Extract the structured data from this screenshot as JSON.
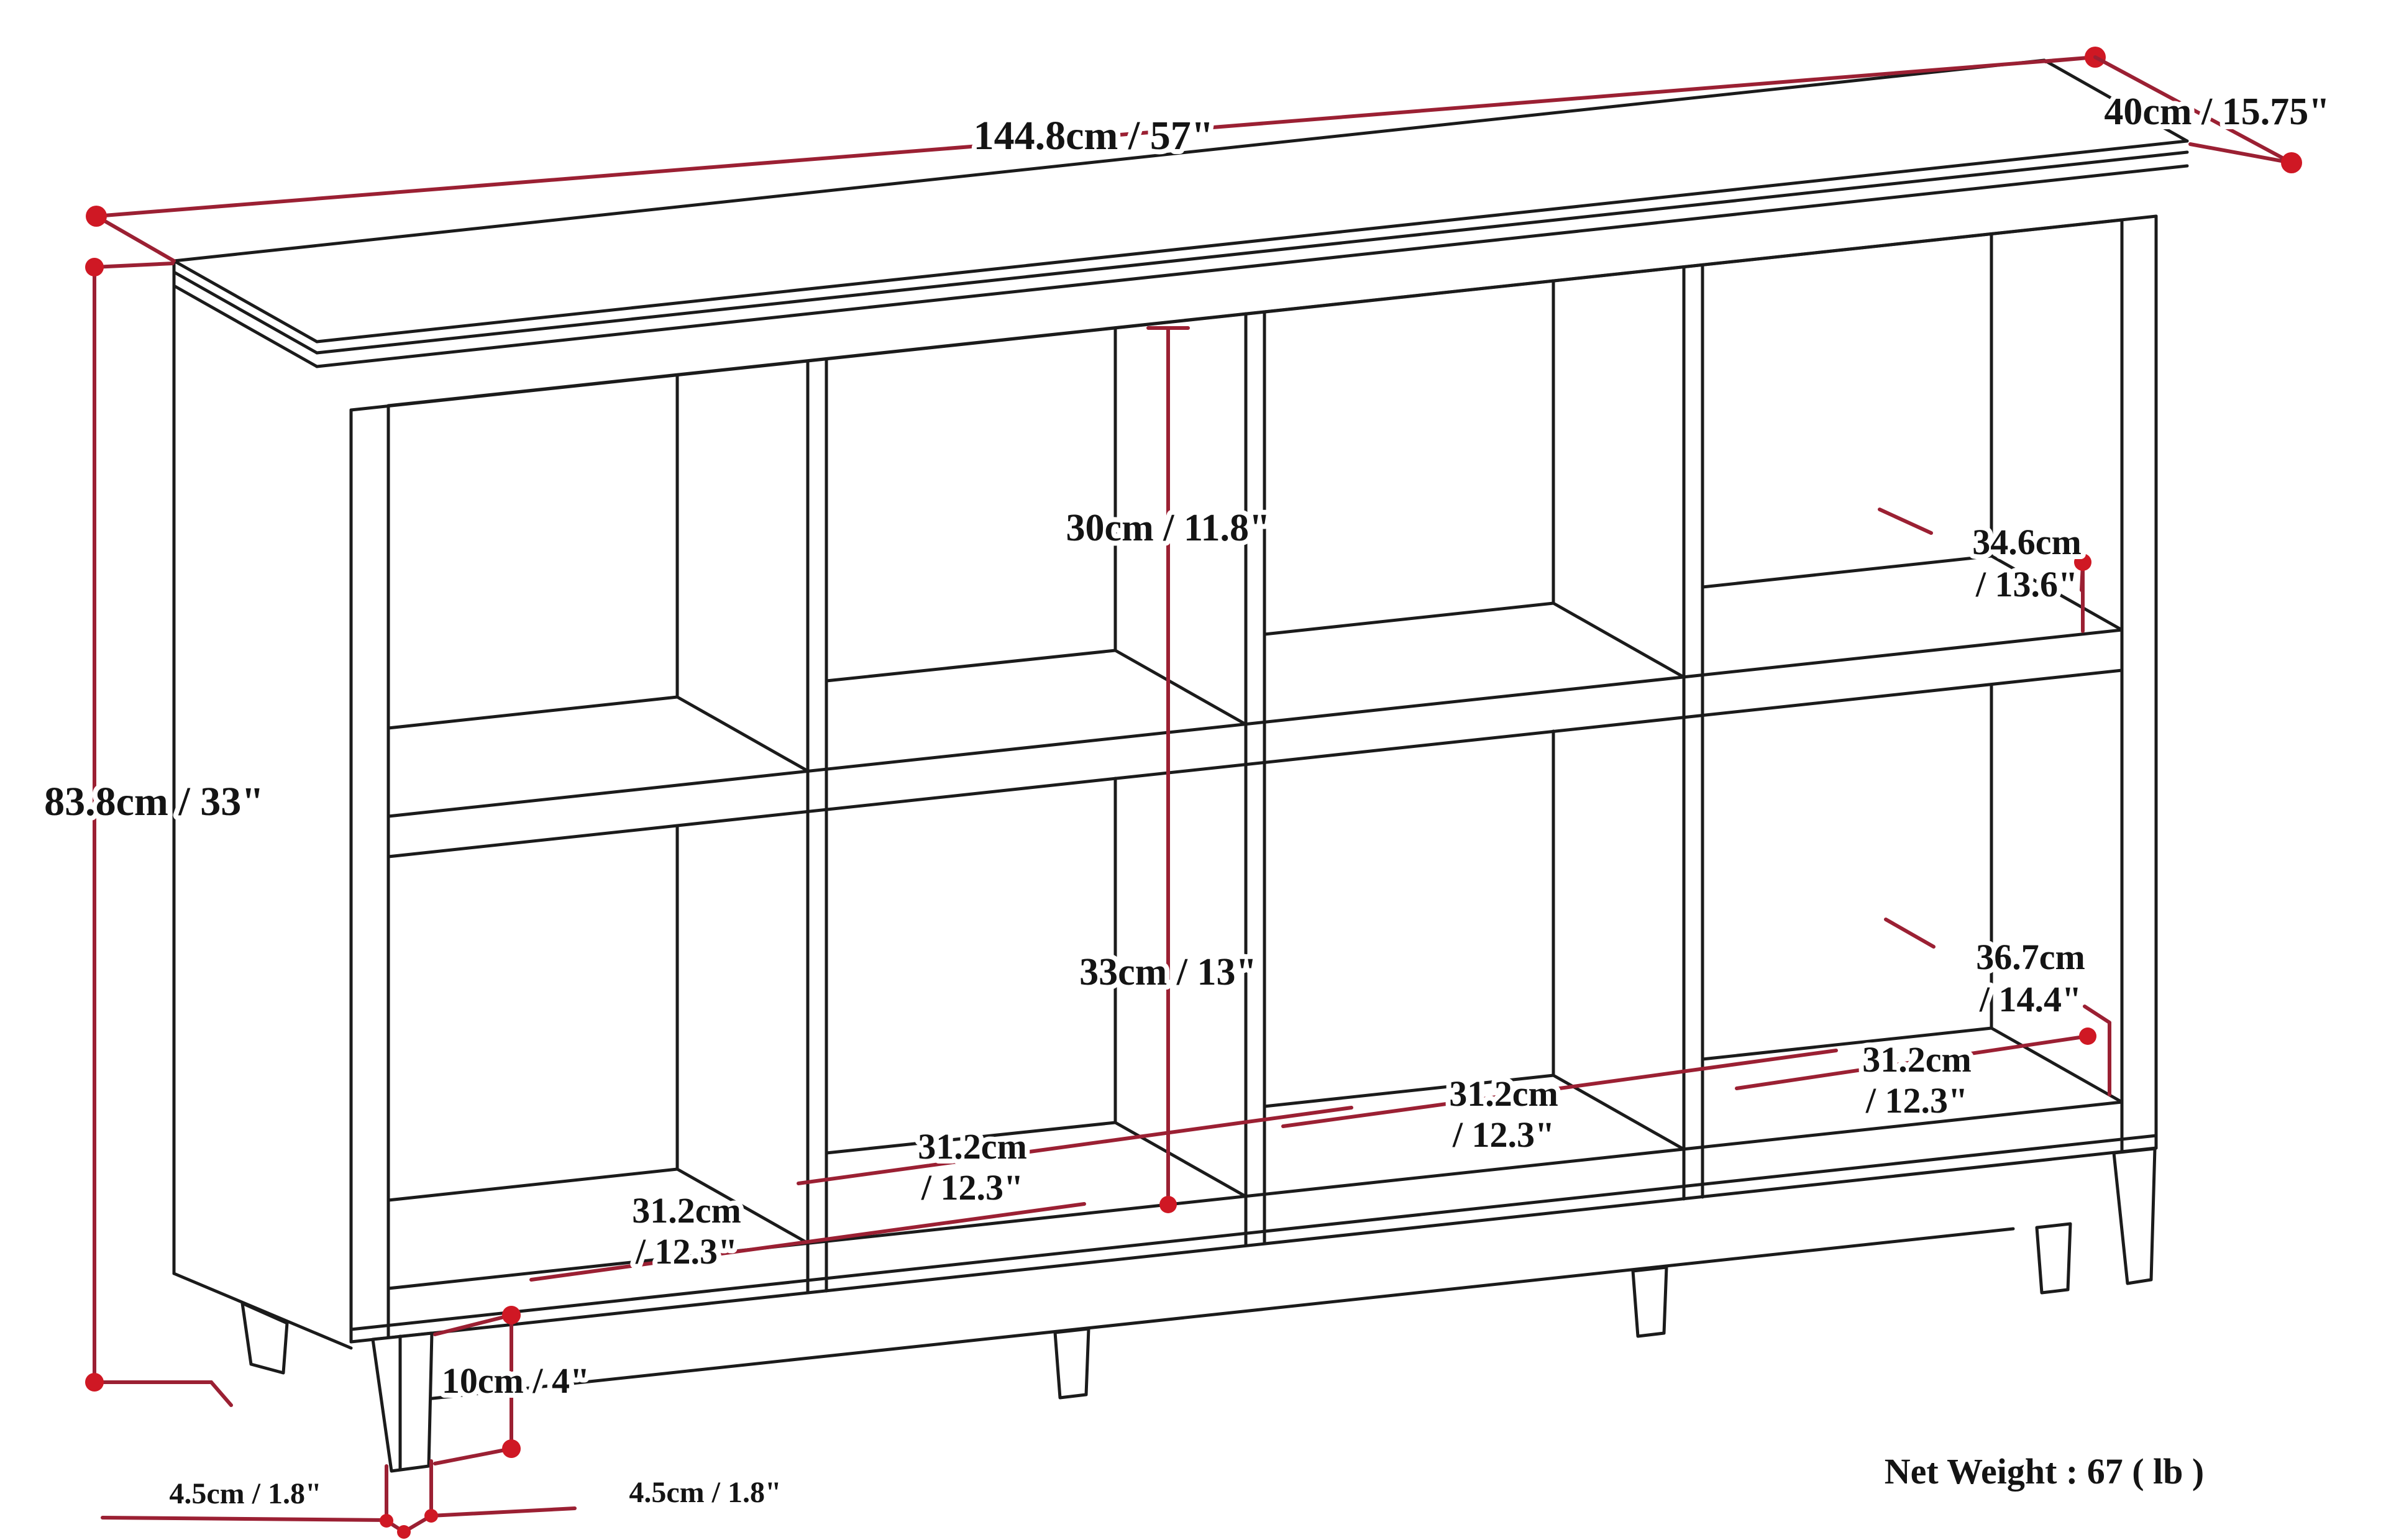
{
  "dimensions": {
    "top_width": "144.8cm / 57\"",
    "top_depth": "40cm / 15.75\"",
    "overall_height": "83.8cm / 33\"",
    "upper_cube_height": "30cm / 11.8\"",
    "lower_cube_height": "33cm / 13\"",
    "upper_cube_depth": {
      "line1": "34.6cm",
      "line2": "/ 13.6\""
    },
    "lower_cube_depth": {
      "line1": "36.7cm",
      "line2": "/ 14.4\""
    },
    "cube_widths": [
      {
        "line1": "31.2cm",
        "line2": "/ 12.3\""
      },
      {
        "line1": "31.2cm",
        "line2": "/ 12.3\""
      },
      {
        "line1": "31.2cm",
        "line2": "/ 12.3\""
      },
      {
        "line1": "31.2cm",
        "line2": "/ 12.3\""
      }
    ],
    "leg_height": "10cm / 4\"",
    "leg_foot_left": "4.5cm / 1.8\"",
    "leg_foot_right": "4.5cm / 1.8\""
  },
  "footer": {
    "net_weight": "Net Weight : 67 ( lb )"
  },
  "colors": {
    "dimension_line": "#9b2033",
    "dimension_dot": "#cf1824",
    "outline": "#1b1b1b",
    "background": "#ffffff"
  }
}
